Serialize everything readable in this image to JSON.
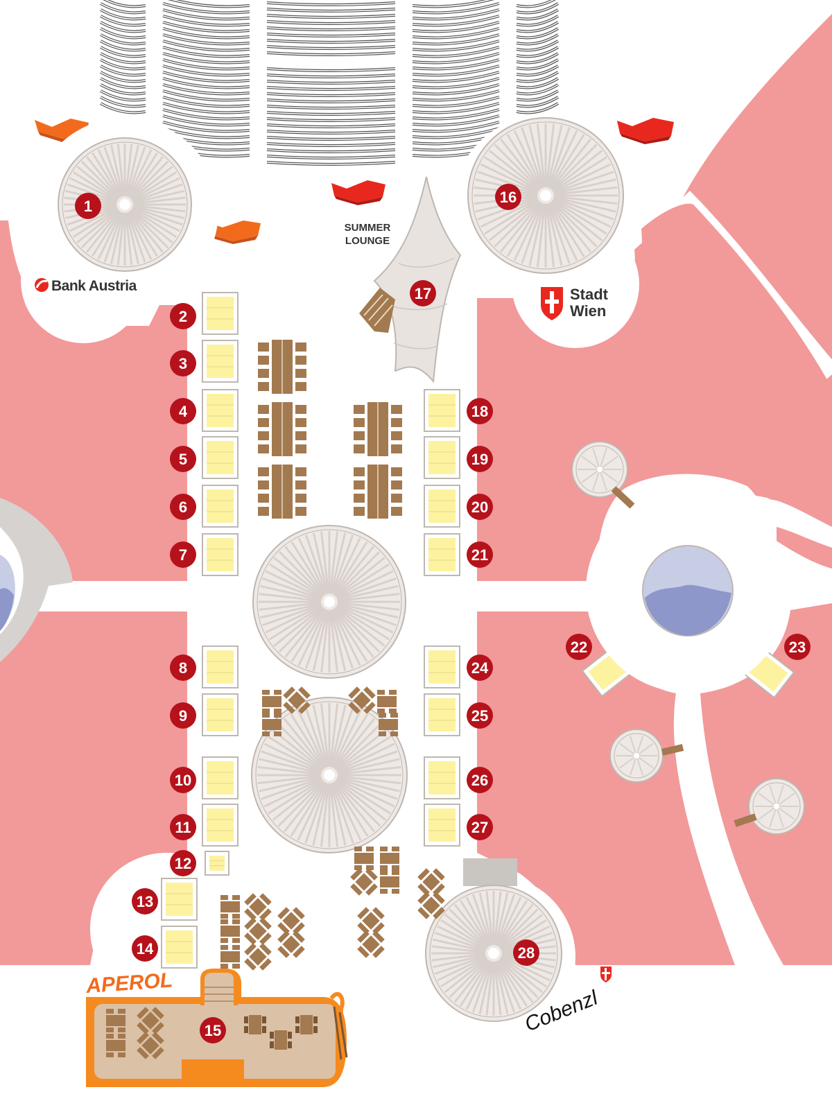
{
  "labels": {
    "summer_lounge_line1": "SUMMER",
    "summer_lounge_line2": "LOUNGE",
    "bank_austria": "Bank Austria",
    "stadt_wien_line1": "Stadt",
    "stadt_wien_line2": "Wien",
    "aperol": "APEROL",
    "cobenzl": "Cobenzl"
  },
  "markers": [
    {
      "id": "1",
      "name": "marker-1"
    },
    {
      "id": "2",
      "name": "marker-2"
    },
    {
      "id": "3",
      "name": "marker-3"
    },
    {
      "id": "4",
      "name": "marker-4"
    },
    {
      "id": "5",
      "name": "marker-5"
    },
    {
      "id": "6",
      "name": "marker-6"
    },
    {
      "id": "7",
      "name": "marker-7"
    },
    {
      "id": "8",
      "name": "marker-8"
    },
    {
      "id": "9",
      "name": "marker-9"
    },
    {
      "id": "10",
      "name": "marker-10"
    },
    {
      "id": "11",
      "name": "marker-11"
    },
    {
      "id": "12",
      "name": "marker-12"
    },
    {
      "id": "13",
      "name": "marker-13"
    },
    {
      "id": "14",
      "name": "marker-14"
    },
    {
      "id": "15",
      "name": "marker-15"
    },
    {
      "id": "16",
      "name": "marker-16"
    },
    {
      "id": "17",
      "name": "marker-17"
    },
    {
      "id": "18",
      "name": "marker-18"
    },
    {
      "id": "19",
      "name": "marker-19"
    },
    {
      "id": "20",
      "name": "marker-20"
    },
    {
      "id": "21",
      "name": "marker-21"
    },
    {
      "id": "22",
      "name": "marker-22"
    },
    {
      "id": "23",
      "name": "marker-23"
    },
    {
      "id": "24",
      "name": "marker-24"
    },
    {
      "id": "25",
      "name": "marker-25"
    },
    {
      "id": "26",
      "name": "marker-26"
    },
    {
      "id": "27",
      "name": "marker-27"
    },
    {
      "id": "28",
      "name": "marker-28"
    }
  ],
  "colors": {
    "lawn": "#f2999a",
    "path": "#ffffff",
    "umbrella_fill": "#efe9e6",
    "umbrella_ring": "#bfb6b0",
    "umbrella_spoke": "#d8d0cb",
    "marker_fill": "#b5121b",
    "lounger_fill": "#fdf2a0",
    "lounger_border": "#bdb7b0",
    "furniture": "#a3794f",
    "furniture_dark": "#7a5634",
    "deco_orange": "#f26b1d",
    "deco_red": "#e8281e",
    "aperol_orange": "#f58a1f",
    "deck": "#dbc1a6",
    "pool_light": "#c8cde6",
    "pool_dark": "#8e97c9",
    "bleacher_line": "#555555",
    "tent": "#e8e3de"
  }
}
